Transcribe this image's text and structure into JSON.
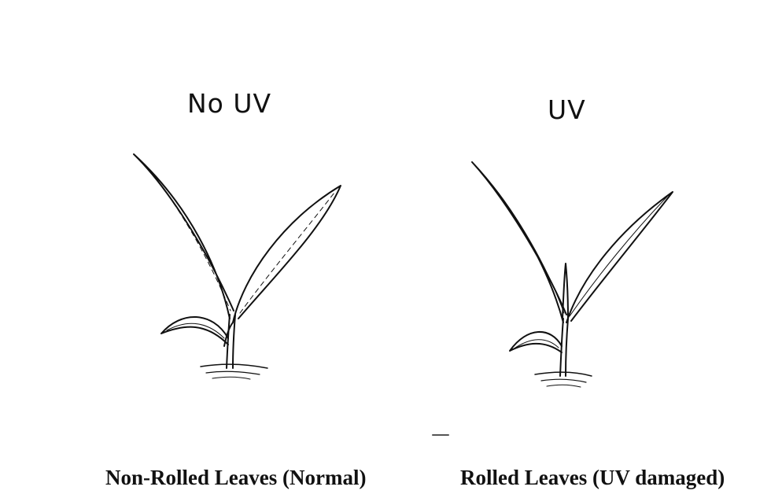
{
  "panels": {
    "left": {
      "heading": "No UV",
      "caption": "Non-Rolled Leaves (Normal)"
    },
    "right": {
      "heading": "UV",
      "caption": "Rolled Leaves (UV damaged)"
    }
  },
  "colors": {
    "ink": "#111111",
    "background": "#ffffff"
  }
}
